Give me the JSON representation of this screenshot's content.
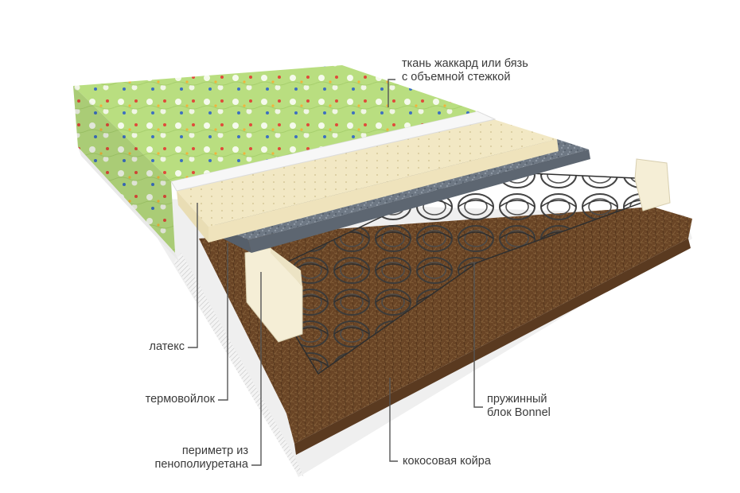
{
  "labels": {
    "fabric_line1": "ткань жаккард или бязь",
    "fabric_line2": "с объемной стежкой",
    "latex": "латекс",
    "felt": "термовойлок",
    "perimeter_line1": "периметр из",
    "perimeter_line2": "пенополиуретана",
    "spring_line1": "пружинный",
    "spring_line2": "блок Bonnel",
    "coir": "кокосовая койра"
  },
  "colors": {
    "fabric": "#b7dc7e",
    "latex": "#f3e9c6",
    "felt": "#6f7a86",
    "coir": "#6b4526",
    "foam": "#f6f0dc",
    "spring": "#3b3b3b",
    "leader_line": "#555555"
  }
}
